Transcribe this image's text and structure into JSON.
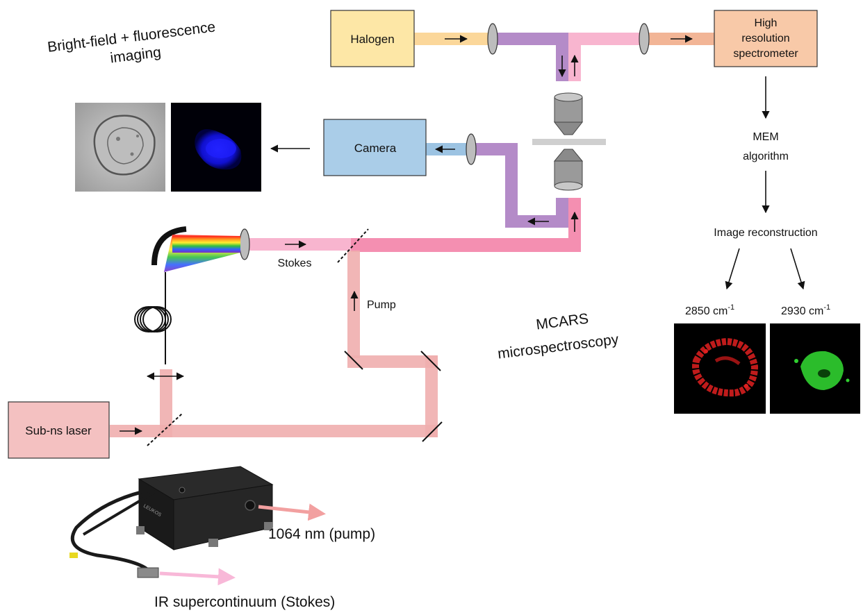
{
  "boxes": {
    "halogen": "Halogen",
    "spectrometer": [
      "High",
      "resolution",
      "spectrometer"
    ],
    "camera": "Camera",
    "laser": "Sub-ns laser"
  },
  "titles": {
    "brightfield": [
      "Bright-field + fluorescence",
      "imaging"
    ],
    "mcars": [
      "MCARS",
      "microspectroscopy"
    ]
  },
  "flow": {
    "mem": [
      "MEM",
      "algorithm"
    ],
    "reconstruction": "Image reconstruction",
    "wavenumber_1": "2850 cm",
    "wavenumber_2": "2930 cm",
    "superscript": "-1"
  },
  "beams": {
    "stokes": "Stokes",
    "pump": "Pump"
  },
  "device": {
    "pump_output": "1064 nm (pump)",
    "stokes_output": "IR supercontinuum (Stokes)",
    "brand": "LEUKOS"
  },
  "colors": {
    "halogen_box": "#fde7a6",
    "spectrometer_box": "#f8c9a8",
    "camera_box": "#aacde8",
    "laser_box": "#f4c1c1",
    "halogen_beam": "#fbd79a",
    "illumination_beam": "#b48bc8",
    "stokes_beam": "#f8b5cf",
    "combined_beam": "#f48fb1",
    "pump_beam": "#efaeae",
    "camera_beam": "#9cc3e2",
    "spectrometer_beam": "#f2b596",
    "fluorescence_image": "#1a1aff",
    "ch2850_image": "#e02020",
    "ch2930_image": "#30d030"
  }
}
